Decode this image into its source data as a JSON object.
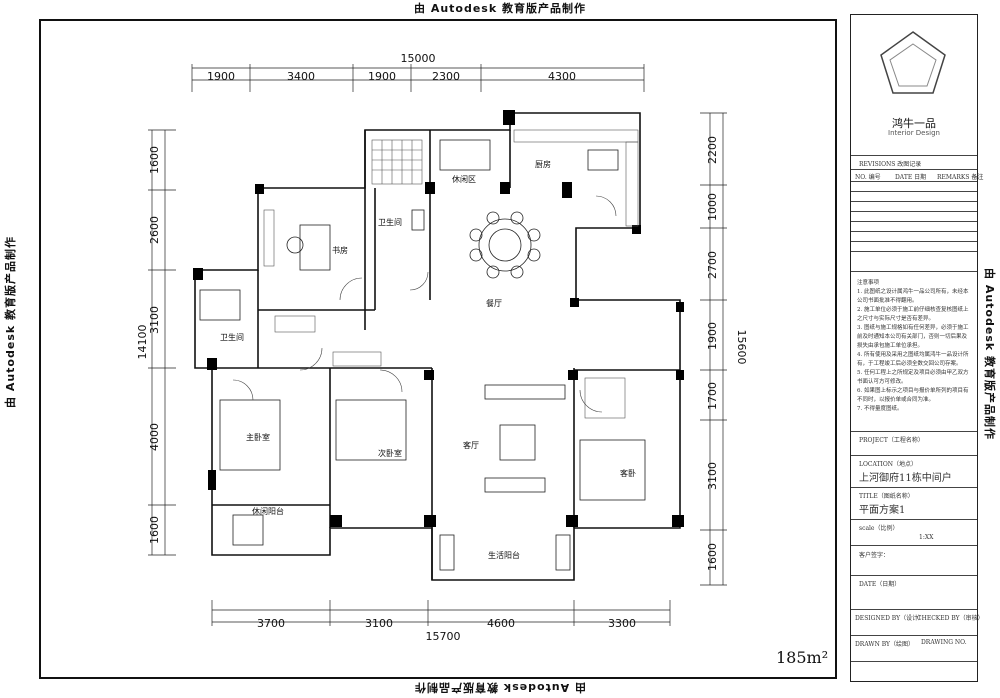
{
  "edu_stamp": "由 Autodesk 教育版产品制作",
  "dimensions": {
    "top_total": "15000",
    "top_segments": [
      "1900",
      "3400",
      "1900",
      "2300",
      "4300"
    ],
    "bottom_total": "15700",
    "bottom_segments": [
      "3700",
      "3100",
      "4600",
      "3300"
    ],
    "left_total": "14100",
    "left_segments": [
      "1600",
      "2600",
      "3100",
      "4000",
      "1600"
    ],
    "right_total": "15600",
    "right_segments": [
      "2200",
      "1000",
      "2700",
      "1900",
      "1700",
      "3100",
      "1600"
    ]
  },
  "rooms": {
    "leisure": "休闲区",
    "kitchen": "厨房",
    "bath1": "卫生间",
    "study": "书房",
    "dining": "餐厅",
    "bath2": "卫生间",
    "master": "主卧室",
    "second": "次卧室",
    "living": "客厅",
    "guest": "客卧",
    "leisure_balcony": "休闲阳台",
    "service_balcony": "生活阳台"
  },
  "title_block": {
    "brand": "鸿牛一品",
    "brand_sub": "Interior Design",
    "revisions": "REVISIONS 改图记录",
    "rev_cols": [
      "NO. 编号",
      "DATE 日期",
      "REMARKS 备注"
    ],
    "notes_title": "注意事项",
    "notes": [
      "1. 此图纸之设计属鸿牛一品公司所有，未经本公司书面批准不得翻用。",
      "2. 施工单位必须于施工前仔细核查复核图纸上之尺寸与实际尺寸是否有差异。",
      "3. 图纸与施工规格如有任何差异，必须于施工前及时通知本公司有关部门，否则一切后果及损失由承包施工单位承担。",
      "4. 所有使用及采用之图纸均属鸿牛一品设计所有，于工程竣工后必须全数交回公司存案。",
      "5. 任何工程上之所规定及项目必须由甲乙双方书面认可方可修改。",
      "6. 如果图上标示之项目与报价单所列的项目有不同时，以报价单或合同为准。",
      "7. 不得量度图纸。"
    ],
    "project_label": "PROJECT（工程名称）",
    "location_label": "LOCATION（地点）",
    "location": "上河御府11栋中间户",
    "title_label": "TITLE（图纸名称）",
    "title": "平面方案1",
    "scale_label": "scale（比例）",
    "scale": "1:XX",
    "client_label": "客户签字：",
    "date_label": "DATE（日期）",
    "designed_label": "DESIGNED BY（设计）",
    "checked_label": "CHECKED BY（审核）",
    "drawn_label": "DRAWN BY（绘图）",
    "drawing_no_label": "DRAWING NO."
  },
  "area": "185m²"
}
